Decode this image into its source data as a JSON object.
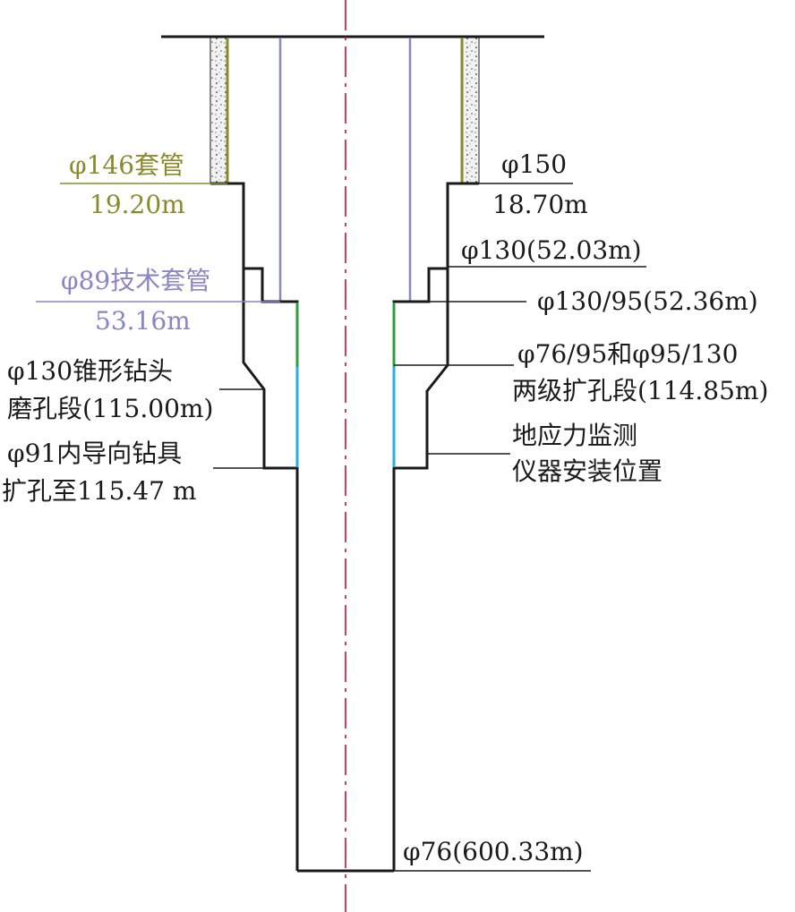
{
  "colors": {
    "outline": "#1a1a1a",
    "centerline": "#c8102e",
    "casing146": "#8a8a2a",
    "casing89": "#8a86c4",
    "green_segment": "#2e9e3e",
    "blue_segment": "#2aaee0",
    "cement_fill": "#f2f2f2"
  },
  "labels": {
    "casing146_diam": "φ146套管",
    "casing146_depth": "19.20m",
    "hole150_diam": "φ150",
    "hole150_depth": "18.70m",
    "hole130": "φ130(52.03m)",
    "casing89_diam": "φ89技术套管",
    "casing89_depth": "53.16m",
    "hole130_95": "φ130/95(52.36m)",
    "ream_line1": "φ76/95和φ95/130",
    "ream_line2": "两级扩孔段(114.85m)",
    "cone_line1": "φ130锥形钻头",
    "cone_line2": "磨孔段(115.00m)",
    "guide_line1": "φ91内导向钻具",
    "guide_line2": "扩孔至115.47 m",
    "monitor_line1": "地应力监测",
    "monitor_line2": "仪器安装位置",
    "hole76": "φ76(600.33m)"
  }
}
